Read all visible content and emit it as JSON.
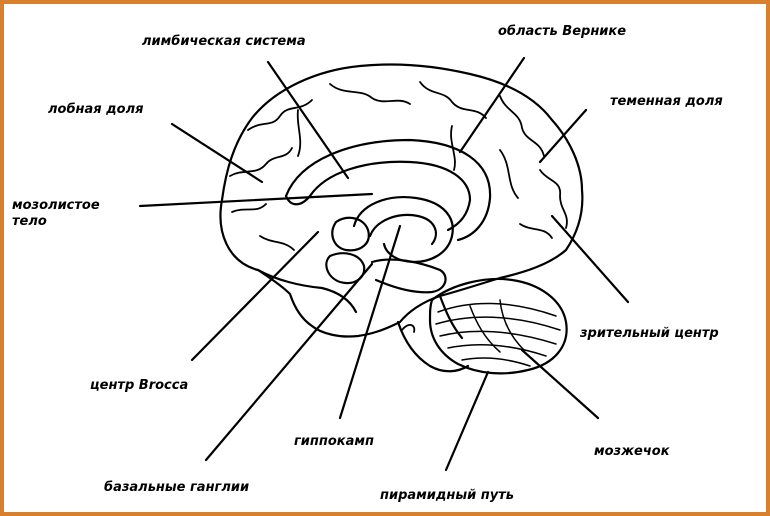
{
  "frame_color": "#d9802e",
  "labels": {
    "limbic_system": "лимбическая система",
    "wernicke_area": "область Верникe",
    "frontal_lobe": "лобная доля",
    "parietal_lobe": "теменная доля",
    "corpus_callosum": "мозолистое\nтело",
    "visual_center": "зрительный центр",
    "broca_center": "центр Brocca",
    "hippocampus": "гиппокамп",
    "cerebellum": "мозжечок",
    "basal_ganglia": "базальные ганглии",
    "pyramidal_tract": "пирамидный путь"
  }
}
